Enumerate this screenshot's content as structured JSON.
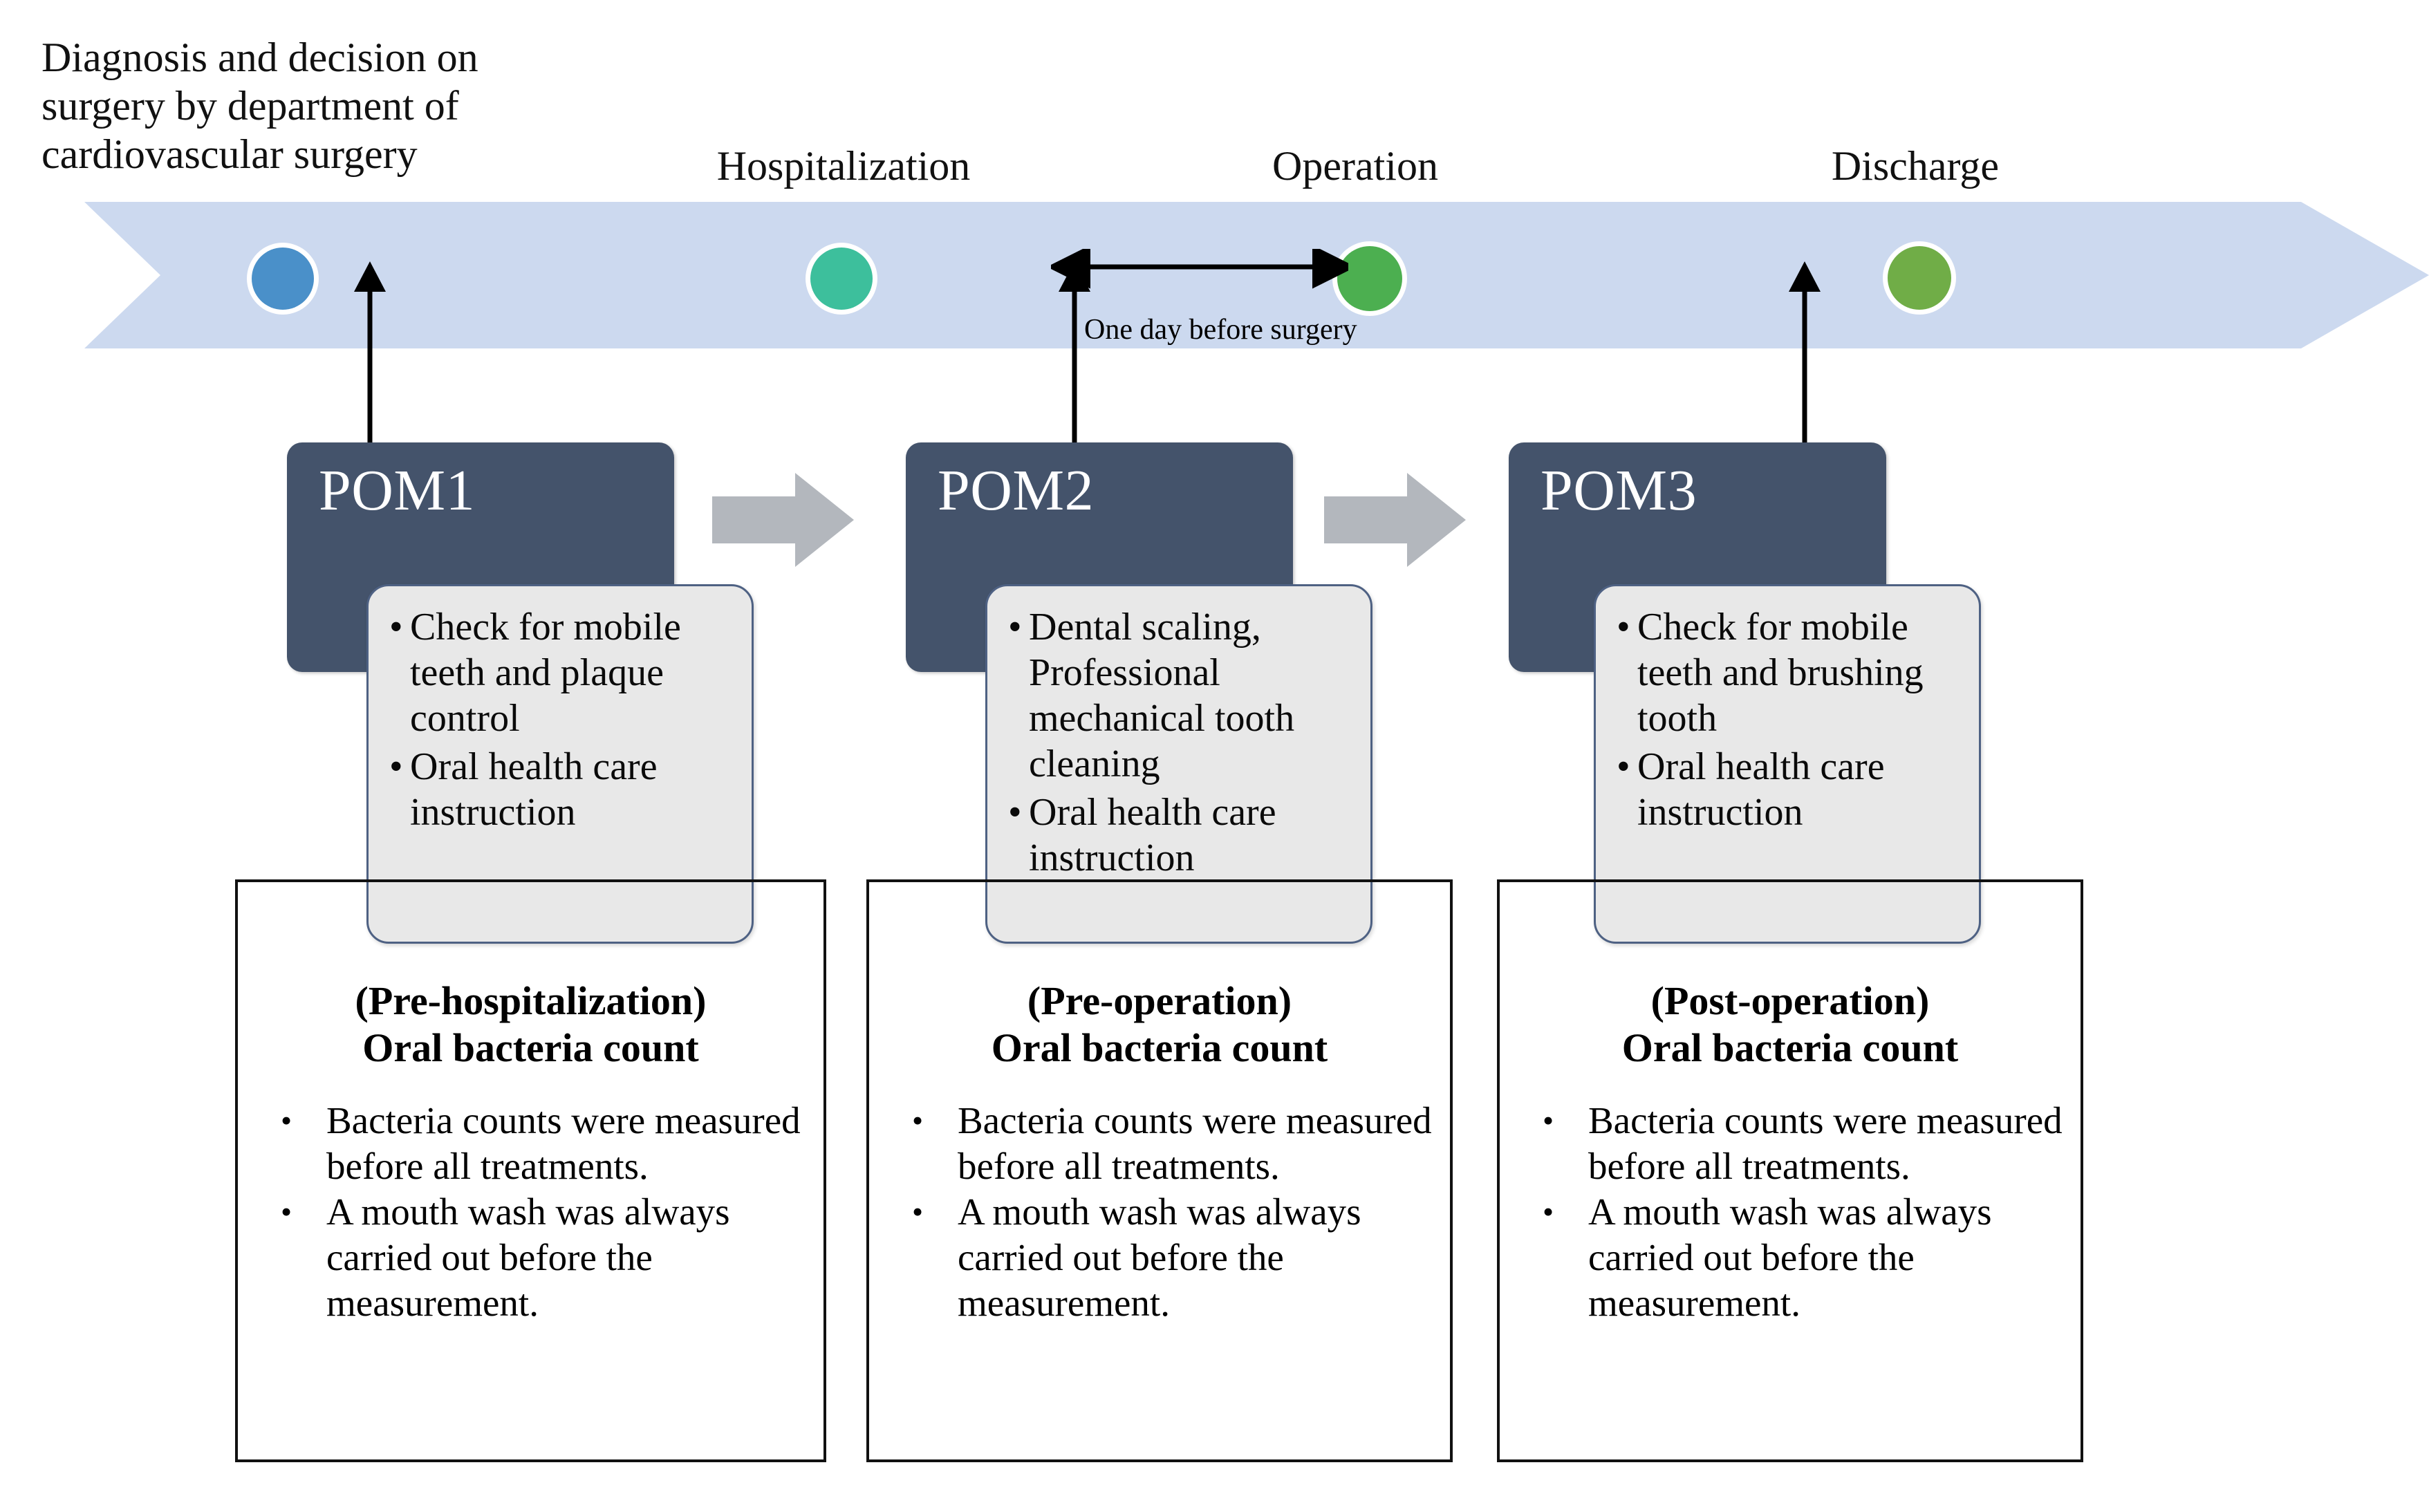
{
  "figure": {
    "type": "clinical-workflow-timeline",
    "background_color": "#ffffff"
  },
  "timeline": {
    "band_color": "#ccd9ef",
    "direction": "left-to-right",
    "milestones": [
      {
        "id": "diagnosis",
        "label": "Diagnosis and decision on surgery by department of cardiovascular surgery",
        "label_lines": [
          "Diagnosis and decision on",
          "surgery by department of",
          "cardiovascular surgery"
        ],
        "dot_color": "#4a90c9",
        "dot_name": "timeline-dot-diagnosis"
      },
      {
        "id": "hospitalization",
        "label": "Hospitalization",
        "dot_color": "#3dbf9c",
        "dot_name": "timeline-dot-hospitalization"
      },
      {
        "id": "operation",
        "label": "Operation",
        "dot_color": "#4caf50",
        "dot_name": "timeline-dot-operation"
      },
      {
        "id": "discharge",
        "label": "Discharge",
        "dot_color": "#70ad47",
        "dot_name": "timeline-dot-discharge"
      }
    ],
    "interval_annotation": "One day before surgery"
  },
  "phases": [
    {
      "id": "pom1",
      "title": "POM1",
      "title_color": "#ffffff",
      "box_color": "#44536b",
      "actions": [
        "Check for mobile teeth and plaque control",
        "Oral health care instruction"
      ],
      "measurement": {
        "title_line1": "(Pre-hospitalization)",
        "title_line2": "Oral bacteria count",
        "notes": [
          "Bacteria counts were measured before all treatments.",
          "A mouth wash was always carried out before the measurement."
        ]
      }
    },
    {
      "id": "pom2",
      "title": "POM2",
      "title_color": "#ffffff",
      "box_color": "#44536b",
      "actions": [
        "Dental scaling, Professional mechanical tooth cleaning",
        "Oral health care instruction"
      ],
      "measurement": {
        "title_line1": "(Pre-operation)",
        "title_line2": "Oral bacteria count",
        "notes": [
          "Bacteria counts were measured before all treatments.",
          "A mouth wash was always carried out before the measurement."
        ]
      }
    },
    {
      "id": "pom3",
      "title": "POM3",
      "title_color": "#ffffff",
      "box_color": "#44536b",
      "actions": [
        "Check for mobile teeth and brushing tooth",
        "Oral health care instruction"
      ],
      "measurement": {
        "title_line1": "(Post-operation)",
        "title_line2": "Oral bacteria count",
        "notes": [
          "Bacteria counts were measured before all treatments.",
          "A mouth wash was always carried out before the measurement."
        ]
      }
    }
  ],
  "connectors": {
    "transition_arrow_color": "#b3b7bd",
    "vertical_arrow_color": "#000000"
  }
}
